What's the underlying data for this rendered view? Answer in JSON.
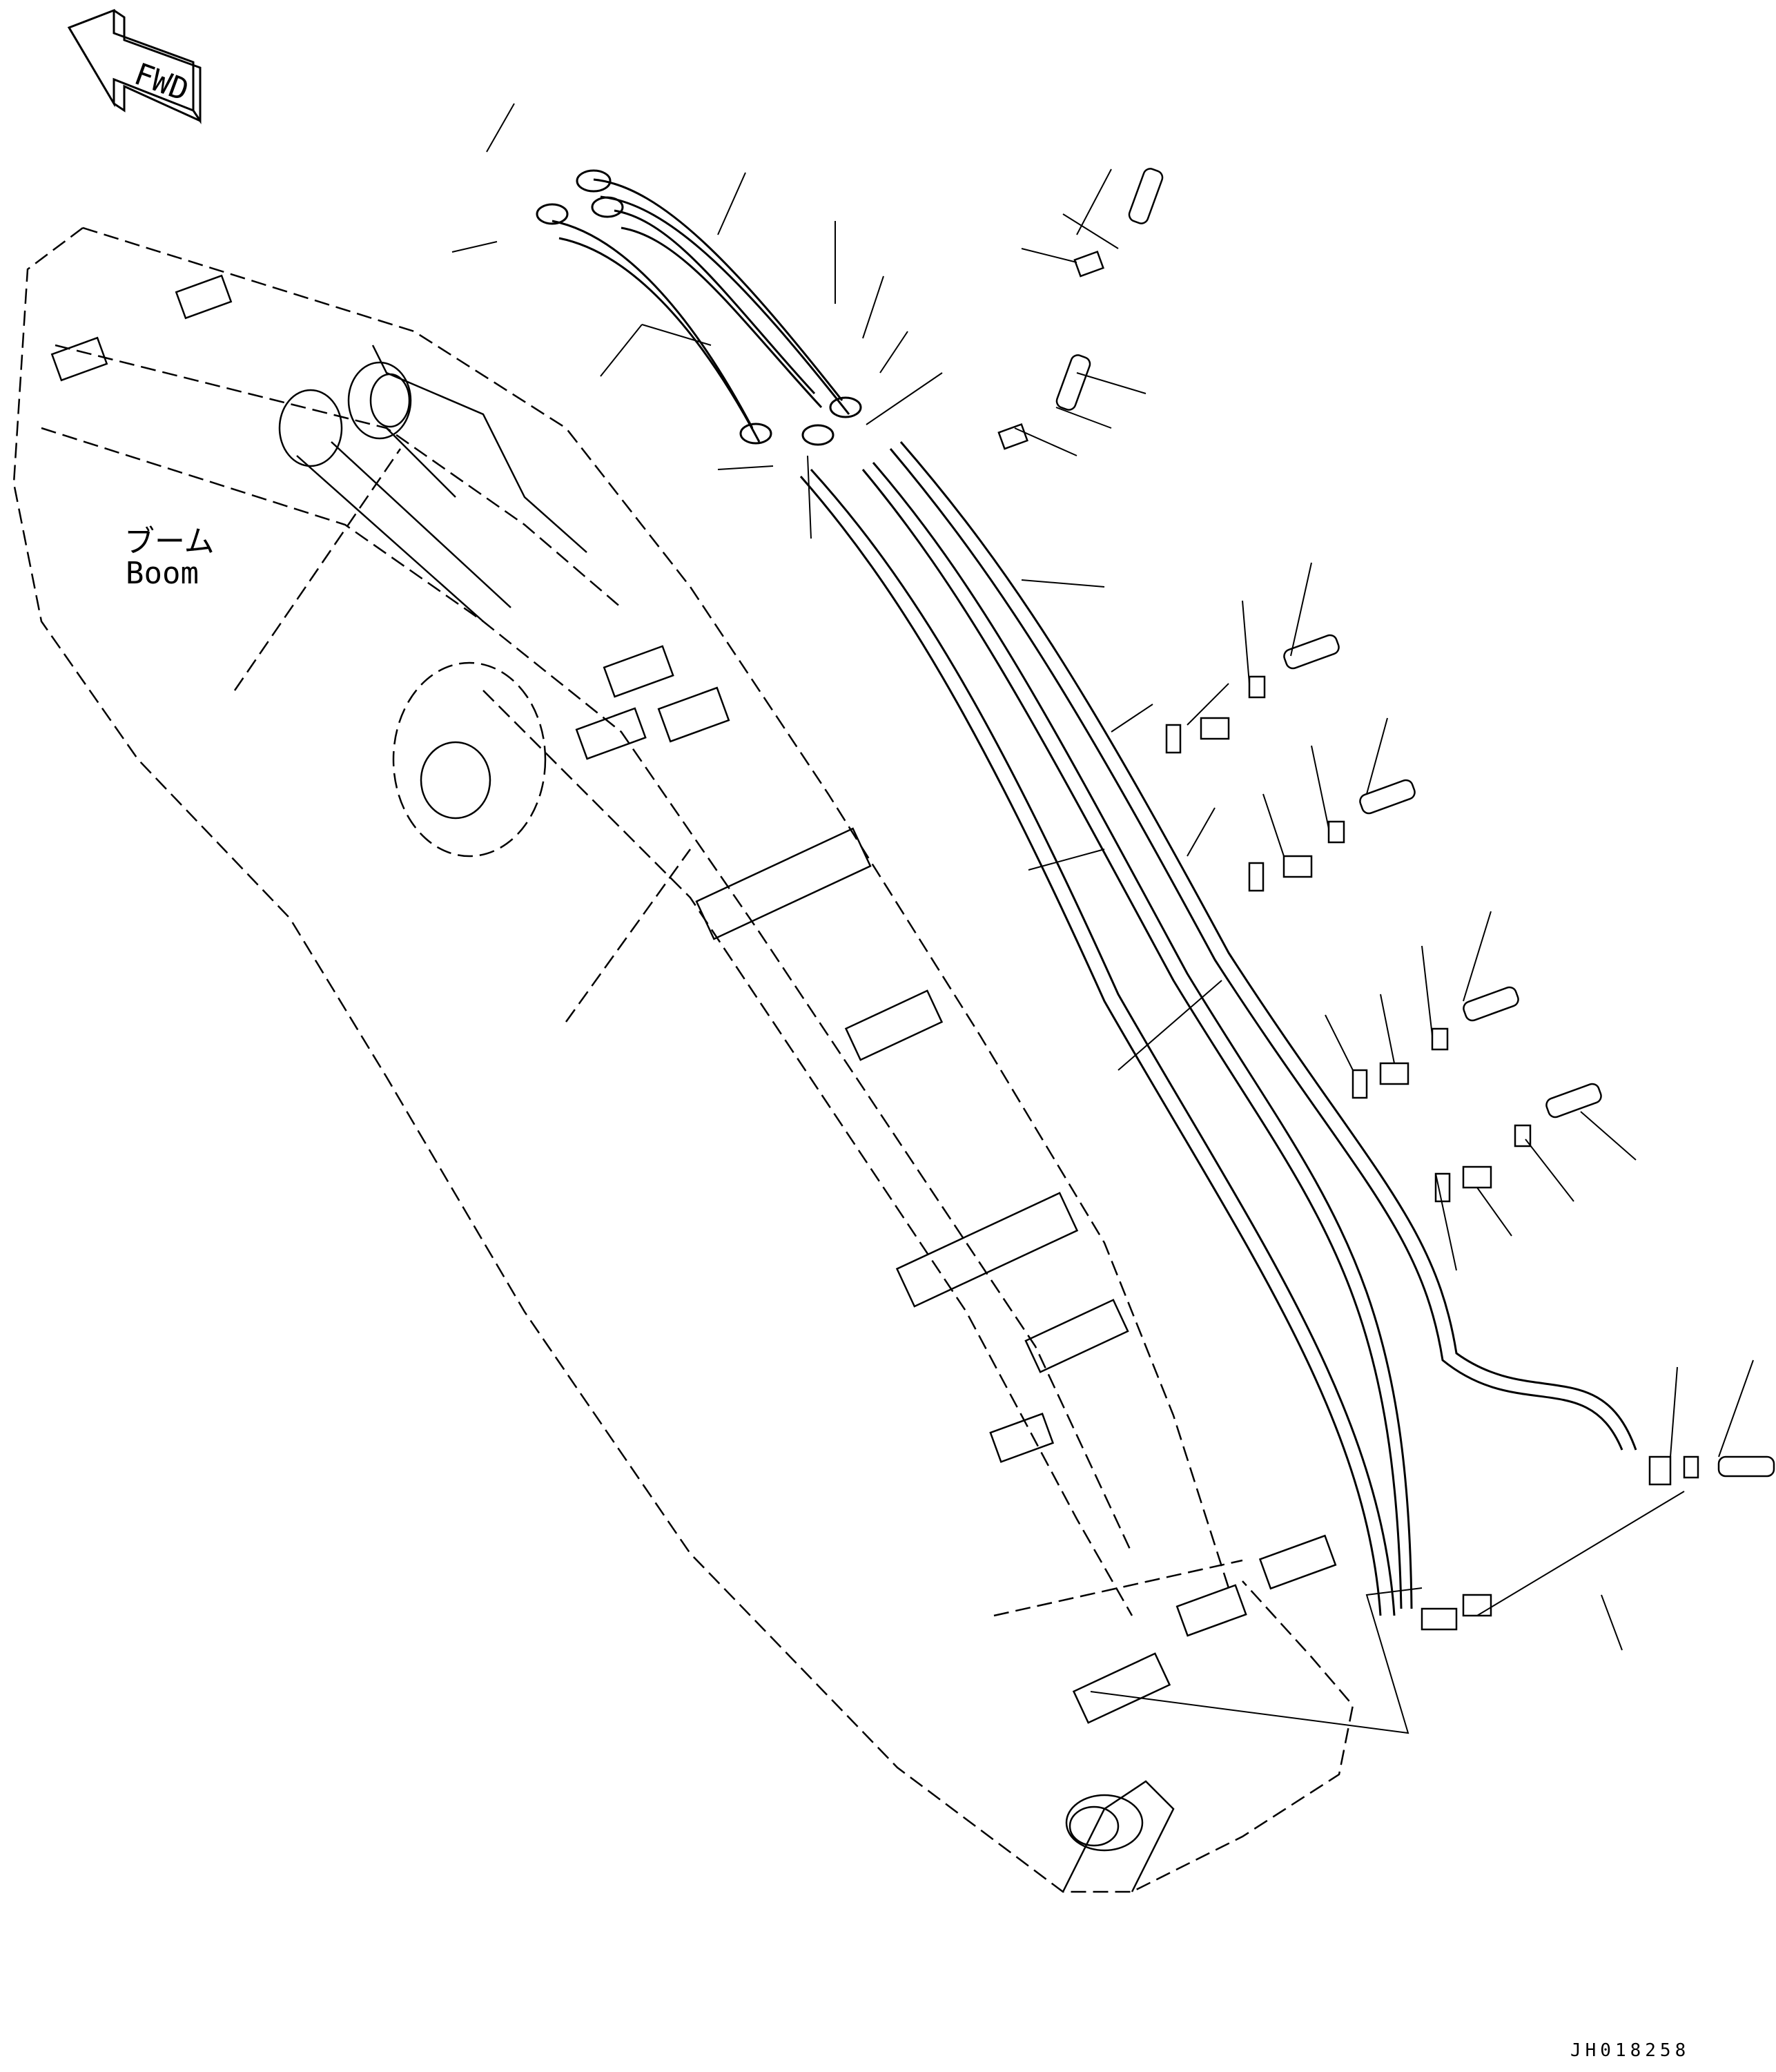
{
  "diagram": {
    "fwd_label": "FWD",
    "boom_label_jp": "ブーム",
    "boom_label_en": "Boom",
    "drawing_number": "JH018258"
  },
  "colors": {
    "ink": "#000000",
    "paper": "#ffffff"
  }
}
